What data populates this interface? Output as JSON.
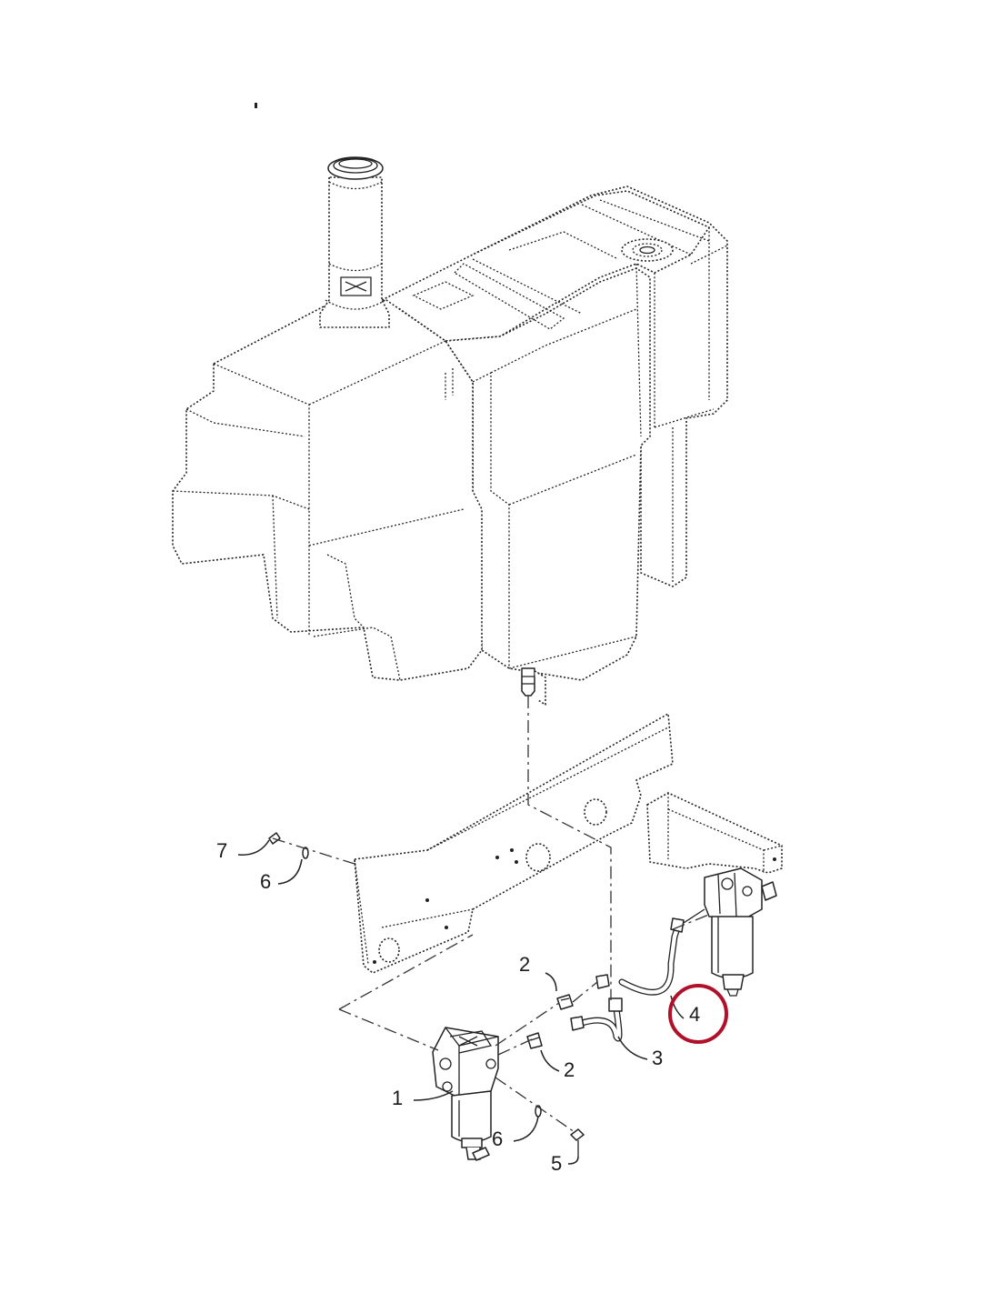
{
  "callouts": [
    {
      "id": "1",
      "label": "1"
    },
    {
      "id": "2a",
      "label": "2"
    },
    {
      "id": "2b",
      "label": "2"
    },
    {
      "id": "3",
      "label": "3"
    },
    {
      "id": "4",
      "label": "4"
    },
    {
      "id": "5",
      "label": "5"
    },
    {
      "id": "6a",
      "label": "6"
    },
    {
      "id": "6b",
      "label": "6"
    },
    {
      "id": "7",
      "label": "7"
    }
  ],
  "highlight": {
    "callout_id": "4",
    "color": "#b0102a"
  },
  "colors": {
    "line": "#222222",
    "background": "#ffffff"
  }
}
